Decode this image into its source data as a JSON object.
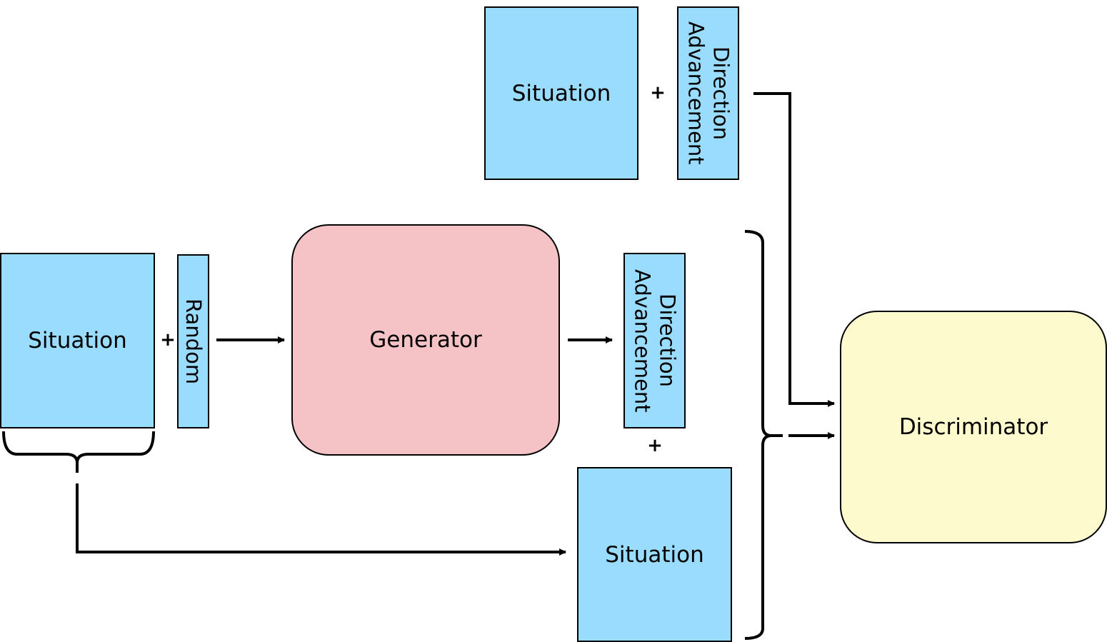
{
  "top": {
    "situation": "Situation",
    "plus": "+",
    "direction_line1": "Direction",
    "direction_line2": "Advancement"
  },
  "left": {
    "situation": "Situation",
    "plus": "+",
    "random": "Random"
  },
  "generator": {
    "label": "Generator"
  },
  "generated": {
    "direction_line1": "Direction",
    "direction_line2": "Advancement",
    "plus": "+",
    "situation": "Situation"
  },
  "discriminator": {
    "label": "Discriminator"
  },
  "colors": {
    "input_blue": "#99dcfe",
    "generator_pink": "#f5c3c5",
    "discriminator_yellow": "#fdfacd",
    "line": "#000000"
  }
}
